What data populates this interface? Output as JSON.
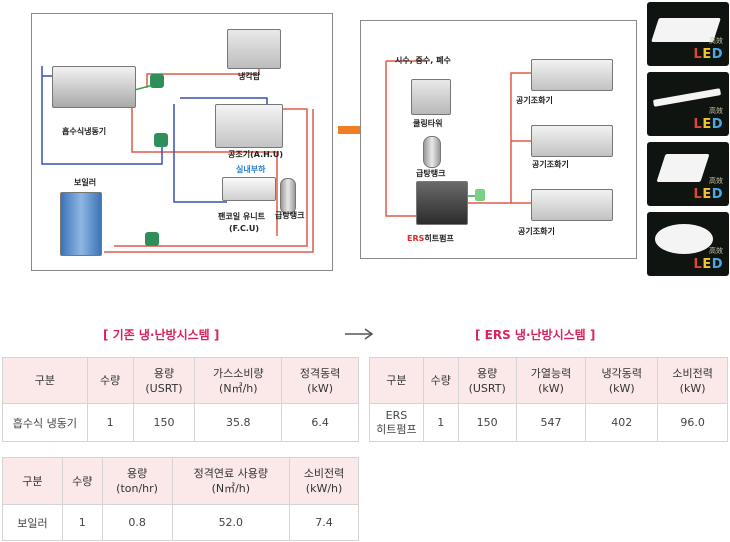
{
  "left_diagram": {
    "labels": {
      "cooling_tower": "냉각탑",
      "absorption_chiller": "흡수식냉동기",
      "ahu": "공조기(A.H.U)",
      "indoor_load": "실내부하",
      "boiler": "보일러",
      "fcu_line1": "팬코일 유니트",
      "fcu_line2": "(F.C.U)",
      "hot_water_tank": "급탕탱크"
    }
  },
  "right_diagram": {
    "labels": {
      "water_sources": "시수, 중수, 폐수",
      "cooling_tower": "쿨링타워",
      "hot_water_tank": "급탕탱크",
      "heat_pump_prefix": "ERS",
      "heat_pump_suffix": "히트펌프",
      "ahu_1": "공기조화기",
      "ahu_2": "공기조화기",
      "ahu_3": "공기조화기"
    }
  },
  "led_brand": {
    "small": "高效",
    "l": "L",
    "e": "E",
    "d": "D"
  },
  "titles": {
    "existing": "[  기존 냉·난방시스템  ]",
    "ers": "[  ERS 냉·난방시스템  ]"
  },
  "existing_chiller_table": {
    "headers": [
      [
        "구분"
      ],
      [
        "수량"
      ],
      [
        "용량",
        "(USRT)"
      ],
      [
        "가스소비량",
        "(N㎥/h)"
      ],
      [
        "정격동력",
        "(kW)"
      ]
    ],
    "rows": [
      [
        "흡수식 냉동기",
        "1",
        "150",
        "35.8",
        "6.4"
      ]
    ]
  },
  "existing_boiler_table": {
    "headers": [
      [
        "구분"
      ],
      [
        "수량"
      ],
      [
        "용량",
        "(ton/hr)"
      ],
      [
        "정격연료 사용량",
        "(N㎥/h)"
      ],
      [
        "소비전력",
        "(kW/h)"
      ]
    ],
    "rows": [
      [
        "보일러",
        "1",
        "0.8",
        "52.0",
        "7.4"
      ]
    ]
  },
  "ers_table": {
    "headers": [
      [
        "구분"
      ],
      [
        "수량"
      ],
      [
        "용량",
        "(USRT)"
      ],
      [
        "가열능력",
        "(kW)"
      ],
      [
        "냉각동력",
        "(kW)"
      ],
      [
        "소비전력",
        "(kW)"
      ]
    ],
    "rows": [
      [
        [
          "ERS",
          "히트펌프"
        ],
        "1",
        "150",
        "547",
        "402",
        "96.0"
      ]
    ]
  },
  "colors": {
    "red_pipe": "#e05a4a",
    "blue_pipe": "#3a4fb0",
    "orange_arrow": "#f07f24",
    "title_pink": "#d8245b",
    "header_bg": "#fbe9e9"
  }
}
